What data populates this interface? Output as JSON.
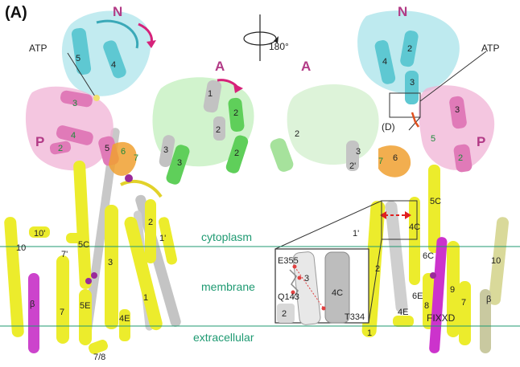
{
  "panel_label": "(A)",
  "rotation_label": "180°",
  "domains": {
    "N": "N",
    "A": "A",
    "P": "P"
  },
  "membrane_labels": {
    "cytoplasm": "cytoplasm",
    "membrane": "membrane",
    "extracellular": "extracellular"
  },
  "annotations": {
    "atp_left": "ATP",
    "atp_right": "ATP",
    "d_label": "(D)",
    "fixxd": "FIXXD"
  },
  "inset_residues": {
    "e355": "E355",
    "q143": "Q143",
    "t334": "T334",
    "h3": "3",
    "h4c": "4C",
    "h2": "2"
  },
  "helices_left": {
    "n5": "5",
    "n4": "4",
    "p3": "3",
    "p4": "4",
    "p2": "2",
    "p5": "5",
    "p6": "6",
    "p7": "7",
    "a1": "1",
    "a2a": "2",
    "a2b": "2",
    "a3a": "3",
    "a3b": "3",
    "a2c": "2",
    "t2": "2",
    "t1p": "1'",
    "t5c": "5C",
    "t3": "3",
    "t1": "1",
    "t10": "10",
    "t10p": "10'",
    "t7p": "7'",
    "tbeta": "β",
    "t7": "7",
    "t5e": "5E",
    "t4e": "4E",
    "t78": "7/8"
  },
  "helices_right": {
    "n4": "4",
    "n2": "2",
    "n3": "3",
    "p3": "3",
    "p5": "5",
    "p2": "2",
    "a2": "2",
    "a3": "3",
    "a2p": "2'",
    "a7": "7",
    "a6": "6",
    "t5c": "5C",
    "t4c": "4C",
    "t1p": "1'",
    "t2": "2",
    "t6c": "6C",
    "t6e": "6E",
    "t9": "9",
    "t10": "10",
    "t8": "8",
    "t7": "7",
    "tbeta": "β",
    "t4e": "4E",
    "t1": "1"
  },
  "colors": {
    "n_domain": "#5ec8d2",
    "p_domain": "#e07ab8",
    "a_domain": "#5fcf5a",
    "tm": "#ecec2c",
    "grey": "#bdbdbd",
    "magenta": "#cc33cc",
    "orange": "#f0a030",
    "membrane_line": "#1f9a72",
    "domain_label": "#b23a86",
    "arrow": "#d6227a"
  }
}
